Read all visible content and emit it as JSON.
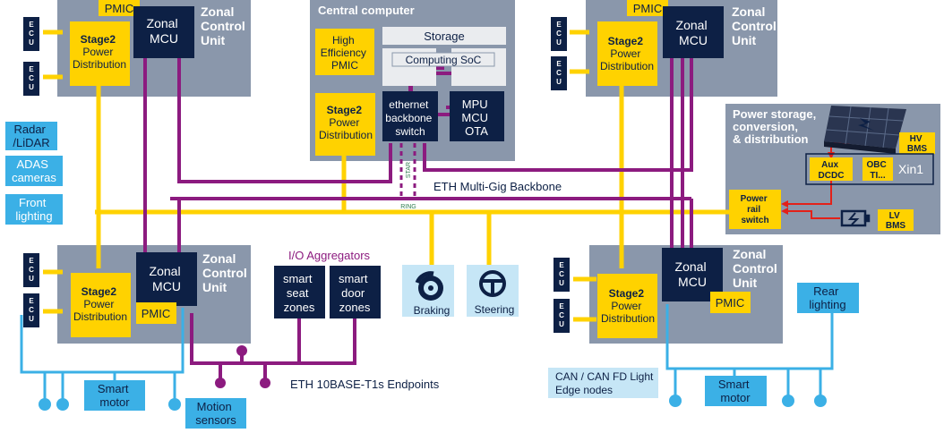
{
  "colors": {
    "zone_gray": "#8a97ab",
    "power_yellow": "#ffd200",
    "mcu_navy": "#0d2045",
    "ethernet_purple": "#8c1b7f",
    "can_blue": "#3bb0e6",
    "power_red": "#e32119"
  },
  "zonal_units": {
    "top_left": {
      "title": [
        "Zonal",
        "Control",
        "Unit"
      ],
      "mcu": [
        "Zonal",
        "MCU"
      ],
      "pmic": "PMIC",
      "stage2": [
        "Stage2",
        "Power",
        "Distribution"
      ],
      "ecus": [
        "ECU",
        "ECU"
      ]
    },
    "top_right": {
      "title": [
        "Zonal",
        "Control",
        "Unit"
      ],
      "mcu": [
        "Zonal",
        "MCU"
      ],
      "pmic": "PMIC",
      "stage2": [
        "Stage2",
        "Power",
        "Distribution"
      ],
      "ecus": [
        "ECU",
        "ECU"
      ]
    },
    "bottom_left": {
      "title": [
        "Zonal",
        "Control",
        "Unit"
      ],
      "mcu": [
        "Zonal",
        "MCU"
      ],
      "pmic": "PMIC",
      "stage2": [
        "Stage2",
        "Power",
        "Distribution"
      ],
      "ecus": [
        "ECU",
        "ECU"
      ]
    },
    "bottom_right": {
      "title": [
        "Zonal",
        "Control",
        "Unit"
      ],
      "mcu": [
        "Zonal",
        "MCU"
      ],
      "pmic": "PMIC",
      "stage2": [
        "Stage2",
        "Power",
        "Distribution"
      ],
      "ecus": [
        "ECU",
        "ECU"
      ]
    }
  },
  "central_computer": {
    "title": "Central computer",
    "pmic": [
      "High",
      "Efficiency",
      "PMIC"
    ],
    "storage": "Storage",
    "soc": "Computing SoC",
    "stage2": [
      "Stage2",
      "Power",
      "Distribution"
    ],
    "switch": [
      "ethernet",
      "backbone",
      "switch"
    ],
    "mpu": [
      "MPU",
      "MCU",
      "OTA"
    ]
  },
  "power_storage": {
    "title": [
      "Power storage,",
      "conversion,",
      "& distribution"
    ],
    "hv_bms": [
      "HV",
      "BMS"
    ],
    "aux_dcdc": [
      "Aux",
      "DCDC"
    ],
    "obc": [
      "OBC",
      "TI..."
    ],
    "xin1": "Xin1",
    "power_rail": [
      "Power",
      "rail",
      "switch"
    ],
    "lv_bms": [
      "LV",
      "BMS"
    ]
  },
  "sensors": {
    "radar": [
      "Radar",
      "/LiDAR"
    ],
    "adas": [
      "ADAS",
      "cameras"
    ],
    "front_lighting": [
      "Front",
      "lighting"
    ],
    "rear_lighting": [
      "Rear",
      "lighting"
    ],
    "smart_motor_left": [
      "Smart",
      "motor"
    ],
    "smart_motor_right": [
      "Smart",
      "motor"
    ],
    "motion_sensors": [
      "Motion",
      "sensors"
    ]
  },
  "actuators": {
    "braking": "Braking",
    "steering": "Steering"
  },
  "io_aggregators": {
    "title": "I/O Aggregators",
    "seat": [
      "smart",
      "seat",
      "zones"
    ],
    "door": [
      "smart",
      "door",
      "zones"
    ]
  },
  "labels": {
    "backbone": "ETH Multi-Gig Backbone",
    "star": "STAR",
    "ring": "RING",
    "endpoints": "ETH 10BASE-T1s Endpoints",
    "can_edge": [
      "CAN / CAN FD Light",
      "Edge nodes"
    ]
  }
}
